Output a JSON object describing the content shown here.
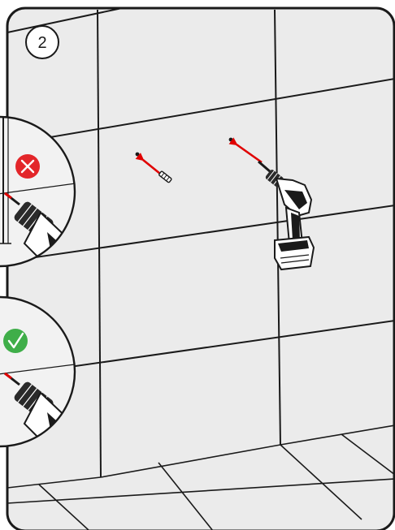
{
  "step": {
    "number": "2"
  },
  "colors": {
    "wall": "#ebebeb",
    "floor": "#ebebeb",
    "line": "#1a1a1a",
    "arrow": "#e00000",
    "wrong": "#e3262a",
    "right": "#3fae49",
    "inset_bg": "#f2f2f2"
  },
  "icons": {
    "wrong_marker": "x-icon",
    "right_marker": "check-icon",
    "drill": "cordless-drill-icon",
    "wall_plug": "wall-plug-icon"
  },
  "insets": [
    {
      "name": "wrong-method-inset",
      "status": "wrong"
    },
    {
      "name": "correct-method-inset",
      "status": "correct"
    }
  ]
}
